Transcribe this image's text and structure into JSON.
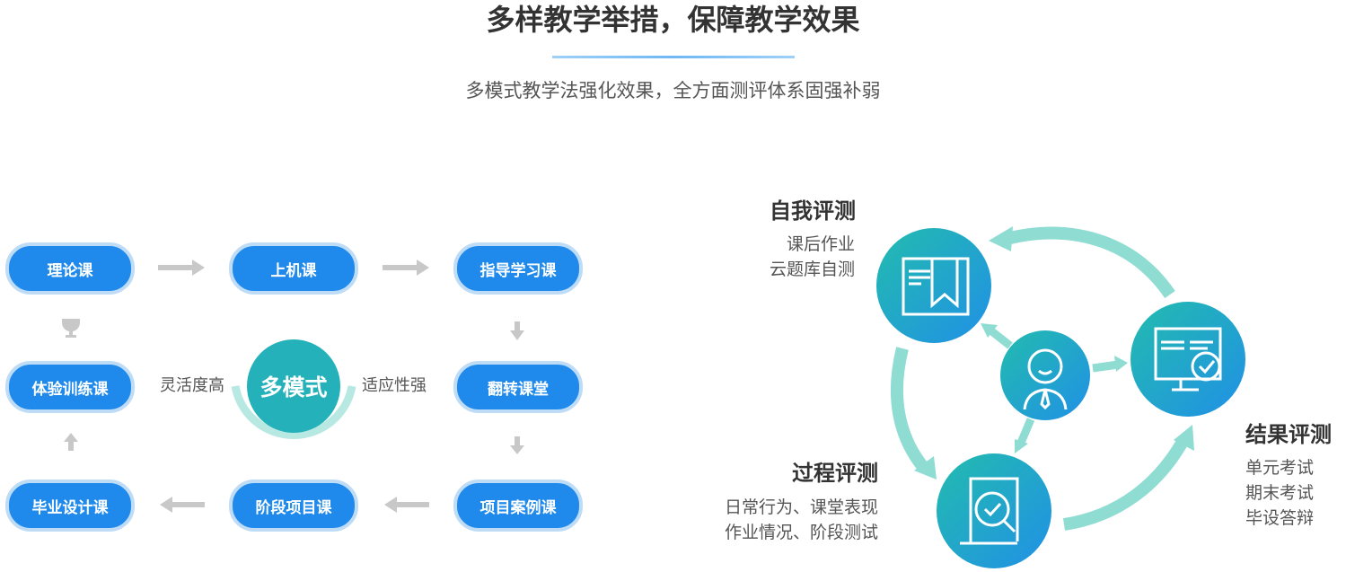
{
  "header": {
    "title": "多样教学举措，保障教学效果",
    "subtitle": "多模式教学法强化效果，全方面测评体系固强补弱"
  },
  "left": {
    "courses": [
      "理论课",
      "上机课",
      "指导学习课",
      "翻转课堂",
      "项目案例课",
      "阶段项目课",
      "毕业设计课",
      "体验训练课"
    ],
    "center": "多模式",
    "left_label": "灵活度高",
    "right_label": "适应性强"
  },
  "right": {
    "self": {
      "title": "自我评测",
      "lines": [
        "课后作业",
        "云题库自测"
      ]
    },
    "process": {
      "title": "过程评测",
      "lines": [
        "日常行为、课堂表现",
        "作业情况、阶段测试"
      ]
    },
    "result": {
      "title": "结果评测",
      "lines": [
        "单元考试",
        "期末考试",
        "毕设答辩"
      ]
    }
  },
  "colors": {
    "pill": "#1f8aeb",
    "teal": "#25b1b9",
    "arc": "#8fdcd3"
  }
}
